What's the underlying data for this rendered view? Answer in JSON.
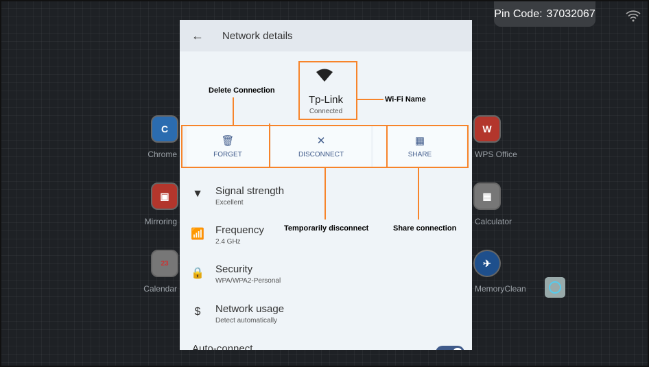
{
  "status": {
    "pin_label": "Pin Code:",
    "pin_value": "37032067",
    "wifi_icon": "wifi-icon"
  },
  "desktop": {
    "left_apps": [
      {
        "label": "Chrome",
        "icon": "C"
      },
      {
        "label": "Mirroring",
        "icon": "▣"
      },
      {
        "label": "Calendar",
        "icon": "23"
      }
    ],
    "right_apps": [
      {
        "label": "WPS Office",
        "icon": "W"
      },
      {
        "label": "Calculator",
        "icon": "▦"
      },
      {
        "label": "MemoryClean",
        "icon": "✈"
      }
    ]
  },
  "dialog": {
    "title": "Network details",
    "network_name": "Tp-Link",
    "network_status": "Connected",
    "actions": [
      {
        "label": "FORGET",
        "icon": "trash-icon"
      },
      {
        "label": "DISCONNECT",
        "icon": "close-icon"
      },
      {
        "label": "SHARE",
        "icon": "qr-code-icon"
      }
    ],
    "details": [
      {
        "title": "Signal strength",
        "value": "Excellent"
      },
      {
        "title": "Frequency",
        "value": "2.4 GHz"
      },
      {
        "title": "Security",
        "value": "WPA/WPA2-Personal"
      },
      {
        "title": "Network usage",
        "value": "Detect automatically"
      }
    ],
    "auto_connect": {
      "label": "Auto-connect",
      "on": true
    }
  },
  "annotations": {
    "delete": "Delete Connection",
    "wifi_name": "Wi-Fi Name",
    "disconnect": "Temporarily disconnect",
    "share": "Share connection"
  },
  "colors": {
    "accent": "#f7842a",
    "button_text": "#3f5a8a",
    "toggle": "#3f5a8a"
  }
}
